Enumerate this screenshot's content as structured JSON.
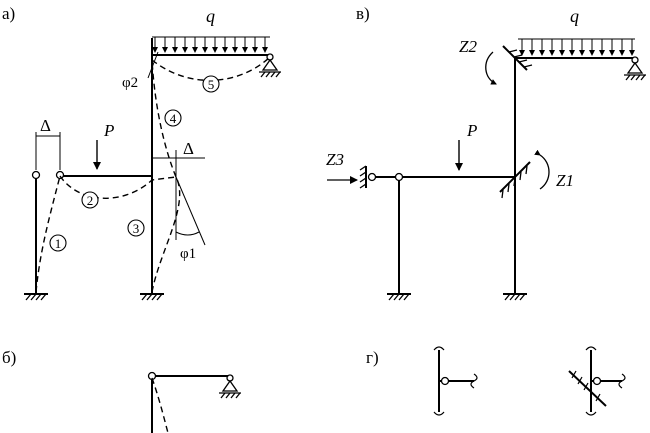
{
  "panels": {
    "a": "а)",
    "b": "б)",
    "v": "в)",
    "g": "г)"
  },
  "load_q": "q",
  "force_P": "P",
  "delta": "Δ",
  "phi1": "φ1",
  "phi2": "φ2",
  "z1": "Z1",
  "z2": "Z2",
  "z3": "Z3",
  "element_numbers": [
    "1",
    "2",
    "3",
    "4",
    "5"
  ]
}
